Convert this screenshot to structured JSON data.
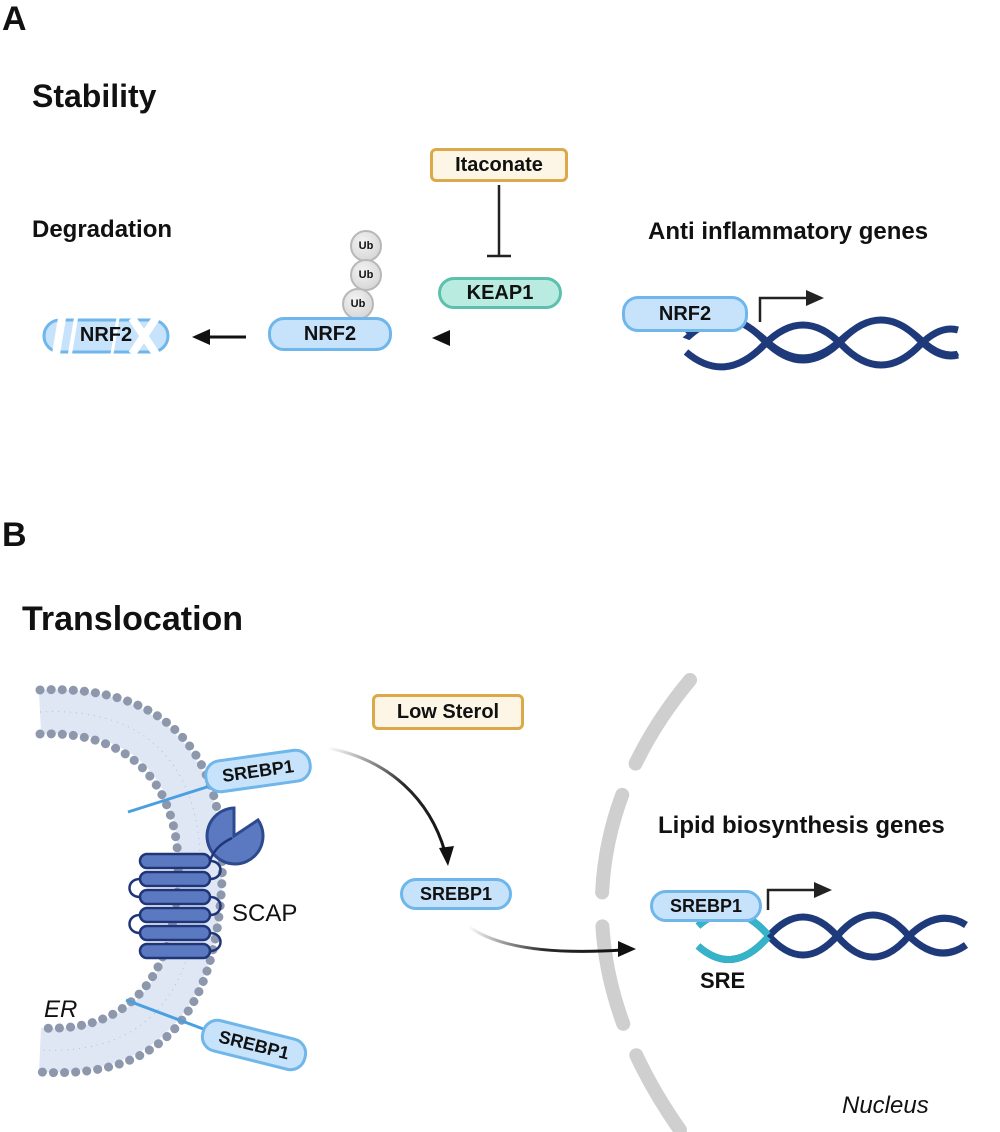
{
  "panel_a": {
    "letter": "A",
    "title": "Stability",
    "degradation_label": "Degradation",
    "anti_inflammatory_label": "Anti inflammatory genes",
    "itaconate": "Itaconate",
    "keap1": "KEAP1",
    "nrf2_bound": "NRF2",
    "nrf2_ub": "NRF2",
    "nrf2_degraded": "NRF2",
    "ub_label": "Ub",
    "ub_count": 3
  },
  "panel_b": {
    "letter": "B",
    "title": "Translocation",
    "low_sterol": "Low Sterol",
    "srebp1": "SREBP1",
    "scap": "SCAP",
    "er": "ER",
    "lipid_label": "Lipid biosynthesis genes",
    "sre": "SRE",
    "nucleus": "Nucleus"
  },
  "colors": {
    "nrf2_fill": "#c7e3fb",
    "nrf2_border": "#6fb6ea",
    "keap1_fill": "#b9ebe0",
    "keap1_border": "#5cc0ad",
    "itaconate_border": "#dca94a",
    "dna": "#1f3a7a",
    "sre": "#35b3c9",
    "scap": "#5b79c0",
    "membrane_head": "#8d98ad"
  }
}
